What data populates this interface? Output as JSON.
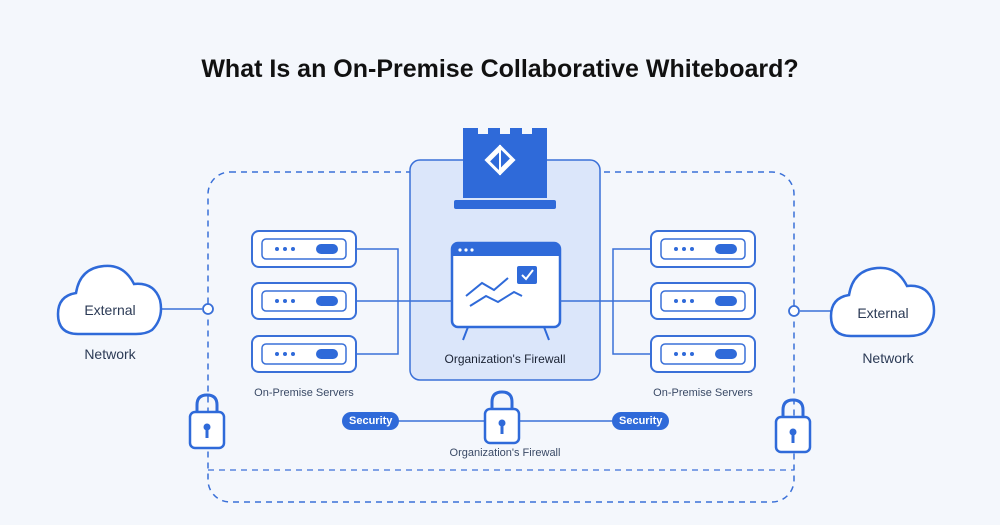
{
  "title": "What Is an On-Premise Collaborative Whiteboard?",
  "left_cloud": {
    "label": "External",
    "network_label": "Network"
  },
  "right_cloud": {
    "label": "External",
    "network_label": "Network"
  },
  "left_servers_label": "On-Premise Servers",
  "right_servers_label": "On-Premise Servers",
  "center_firewall_label": "Organization's Firewall",
  "bottom_firewall_label": "Organization's Firewall",
  "security_left": "Security",
  "security_right": "Security",
  "colors": {
    "accent": "#2f6ad9",
    "line": "#3a70d8",
    "panel": "#dbe6fa",
    "background": "#f4f7fc"
  }
}
